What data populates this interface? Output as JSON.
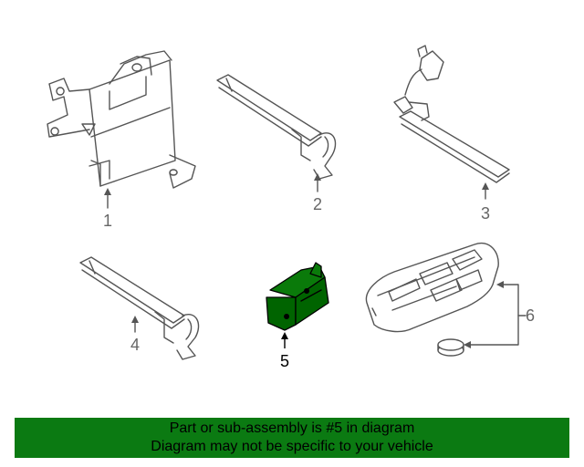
{
  "callouts": {
    "c1": "1",
    "c2": "2",
    "c3": "3",
    "c4": "4",
    "c5": "5",
    "c6": "6"
  },
  "banner": {
    "line1": "Part or sub-assembly is #5 in diagram",
    "line2": "Diagram may not be specific to your vehicle"
  },
  "colors": {
    "highlight": "#006400",
    "banner_bg": "#0b7a12",
    "line_art": "#555555"
  }
}
